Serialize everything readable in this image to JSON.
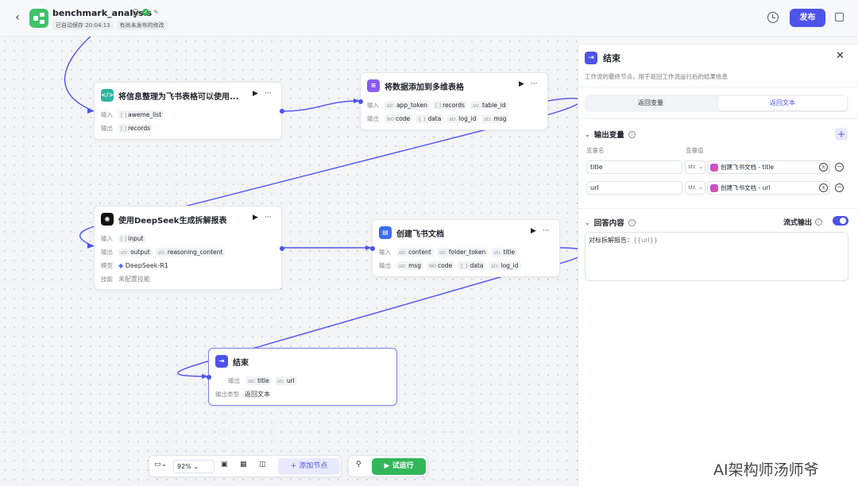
{
  "header": {
    "app_name": "benchmark_analysis",
    "autosave": "已自动保存 20:04:13",
    "unpublished": "有尚未发布的修改",
    "publish_label": "发布"
  },
  "nodes": {
    "sheet": {
      "title": "将信息整理为飞书表格可以使用...",
      "input_label": "输入",
      "inputs": [
        {
          "type": "[ ]",
          "name": "aweme_list"
        }
      ],
      "output_label": "输出",
      "outputs": [
        {
          "type": "[ ]",
          "name": "records"
        }
      ]
    },
    "multi": {
      "title": "将数据添加到多维表格",
      "input_label": "输入",
      "inputs": [
        {
          "type": "str.",
          "name": "app_token"
        },
        {
          "type": "[ ]",
          "name": "records"
        },
        {
          "type": "str.",
          "name": "table_id"
        }
      ],
      "output_label": "输出",
      "outputs": [
        {
          "type": "N0",
          "name": "code"
        },
        {
          "type": "{ }",
          "name": "data"
        },
        {
          "type": "str.",
          "name": "log_id"
        },
        {
          "type": "str.",
          "name": "msg"
        }
      ]
    },
    "deepseek": {
      "title": "使用DeepSeek生成拆解报表",
      "input_label": "输入",
      "inputs": [
        {
          "type": "[ ]",
          "name": "input"
        }
      ],
      "output_label": "输出",
      "outputs": [
        {
          "type": "str.",
          "name": "output"
        },
        {
          "type": "str.",
          "name": "reasoning_content"
        }
      ],
      "model_label": "模型",
      "model": "DeepSeek-R1",
      "skill_label": "技能",
      "skill": "未配置技能"
    },
    "doc": {
      "title": "创建飞书文档",
      "input_label": "输入",
      "inputs": [
        {
          "type": "str.",
          "name": "content"
        },
        {
          "type": "str.",
          "name": "folder_token"
        },
        {
          "type": "str.",
          "name": "title"
        }
      ],
      "output_label": "输出",
      "outputs": [
        {
          "type": "str.",
          "name": "msg"
        },
        {
          "type": "N0",
          "name": "code"
        },
        {
          "type": "{ }",
          "name": "data"
        },
        {
          "type": "str.",
          "name": "log_id"
        }
      ]
    },
    "end": {
      "title": "结束",
      "output_label": "输出",
      "outputs": [
        {
          "type": "str.",
          "name": "title"
        },
        {
          "type": "str.",
          "name": "url"
        }
      ],
      "output_type_label": "输出类型",
      "output_type": "返回文本"
    }
  },
  "panel": {
    "title": "结束",
    "description": "工作流的最终节点，用于返回工作流运行后的结果信息",
    "tabs": [
      "返回变量",
      "返回文本"
    ],
    "active_tab": 1,
    "output_section": "输出变量",
    "col_name": "变量名",
    "col_value": "变量值",
    "vars": [
      {
        "name": "title",
        "type": "str.",
        "ref": "创建飞书文档 - title"
      },
      {
        "name": "url",
        "type": "str.",
        "ref": "创建飞书文档 - url"
      }
    ],
    "answer_section": "回答内容",
    "stream_label": "流式输出",
    "stream_on": true,
    "answer_prefix": "对标拆解报告：",
    "answer_var": "{{url}}"
  },
  "toolbar": {
    "zoom": "92%",
    "add_node": "添加节点",
    "run": "试运行"
  },
  "watermark": "AI架构师汤师爷",
  "colors": {
    "accent": "#4d53e8",
    "run_green": "#32b65a",
    "app_green": "#3ec26a"
  }
}
